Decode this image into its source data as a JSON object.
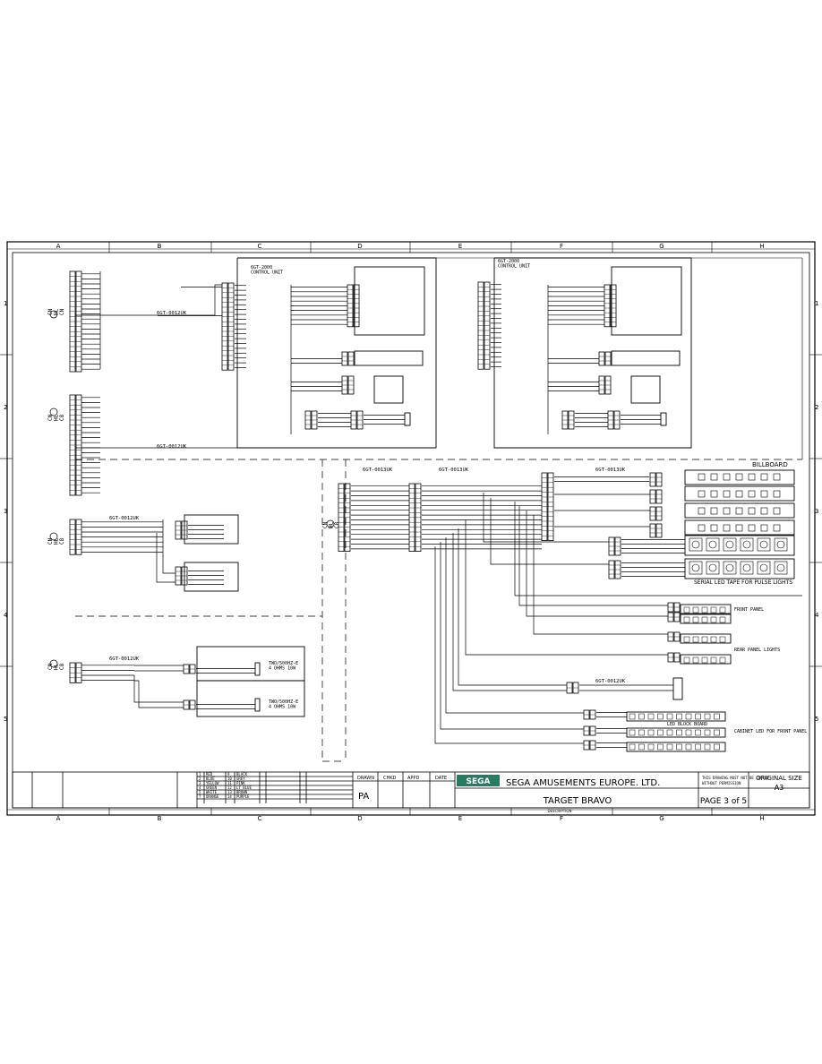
{
  "sheet": {
    "grid_columns": [
      "A",
      "B",
      "C",
      "D",
      "E",
      "F",
      "G",
      "H"
    ],
    "grid_rows": [
      "1",
      "2",
      "3",
      "4",
      "5"
    ]
  },
  "connectors": {
    "ch": "CN\nHL\nCN",
    "ca": "CN\nHL\nC8",
    "cg": "CN\nHL\nC8",
    "ci_left": "CN\nHL\nC8",
    "ci_right": "CN\nHL\nC8"
  },
  "labels": {
    "cable_1": "6GT-0012UK",
    "cable_2": "6GT-0012UK",
    "cable_3": "6GT-0012UK",
    "cable_4": "6GT-0012UK",
    "cable_5": "6GT-0013UK",
    "cable_6": "6GT-0013UK",
    "cable_7": "6GT-0013UK",
    "cable_8": "6GT-0012UK",
    "gun_unit_left": "6GT-2000\nCONTROL UNIT",
    "gun_unit_right": "6GT-2000\nCONTROL UNIT",
    "billboard": "BILLBOARD",
    "serial_led": "SERIAL LED TAPE FOR PULSE LIGHTS",
    "front_panel": "FRONT PANEL",
    "rear_panel": "REAR PANEL LIGHTS",
    "speaker_1": "TWO/500HZ-E\n4 OHMS 10W",
    "speaker_2": "TWO/500HZ-E\n4 OHMS 10W",
    "led_blocks": "LED BLOCK BOARD",
    "cabinet_leds": "CABINET LED FOR FRONT PANEL"
  },
  "titleblock": {
    "company": "SEGA AMUSEMENTS EUROPE. LTD.",
    "logo": "SEGA",
    "title": "TARGET BRAVO",
    "page": "PAGE 3 of 5",
    "drawn_label": "DRAWN",
    "drawn_by": "PA",
    "checked_label": "CHKD",
    "approved_label": "APPD",
    "date_label": "DATE",
    "original_size_label": "ORIGINAL SIZE",
    "original_size": "A3",
    "description_label": "DESCRIPTION",
    "note": "THIS DRAWING MUST NOT BE COPIED\nWITHOUT PERMISSION"
  },
  "colour_table": [
    {
      "code": "1",
      "name": "RED",
      "code2": "9",
      "name2": "BLACK"
    },
    {
      "code": "2",
      "name": "BLUE",
      "code2": "10",
      "name2": "GREY"
    },
    {
      "code": "3",
      "name": "YELLOW",
      "code2": "11",
      "name2": "PINK"
    },
    {
      "code": "4",
      "name": "GREEN",
      "code2": "12",
      "name2": "LT BLUE"
    },
    {
      "code": "5",
      "name": "WHITE",
      "code2": "13",
      "name2": "BROWN"
    },
    {
      "code": "7",
      "name": "ORANGE",
      "code2": "14",
      "name2": "PURPLE"
    }
  ],
  "colors": {
    "ink": "#000000",
    "logo_bg": "#2a7a63"
  }
}
